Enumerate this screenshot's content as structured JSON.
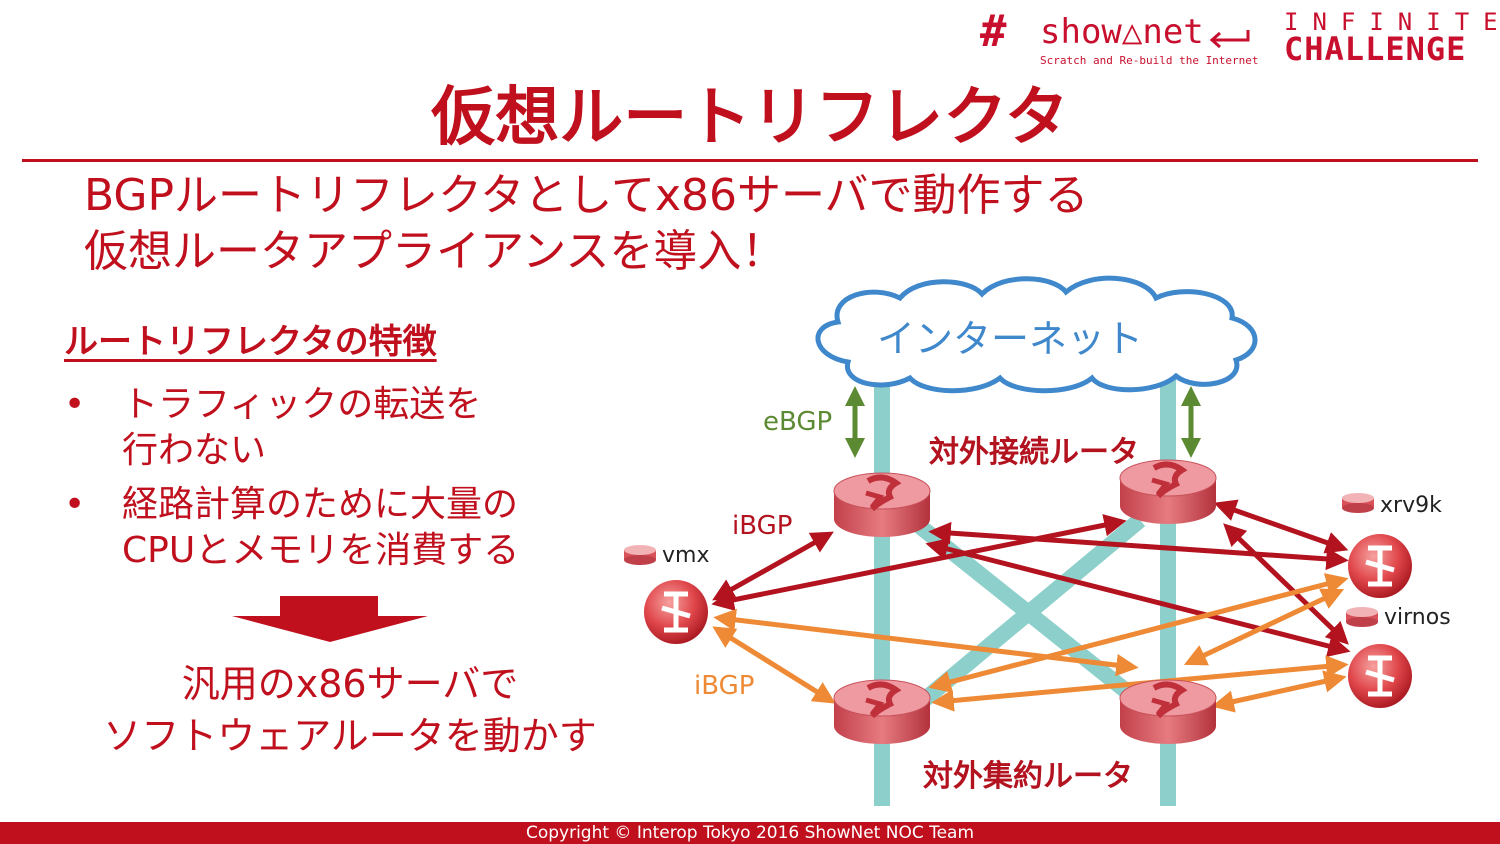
{
  "header": {
    "logo_symbol": "#",
    "logo_name": "show△net",
    "logo_return_icon": "return-arrow-icon",
    "logo_tagline": "Scratch and Re-build the Internet",
    "logo2_line1": "INFINITE",
    "logo2_line2": "CHALLENGE"
  },
  "slide": {
    "title": "仮想ルートリフレクタ",
    "lead_line1": "BGPルートリフレクタとしてx86サーバで動作する",
    "lead_line2": "仮想ルータアプライアンスを導入！",
    "features_heading": "ルートリフレクタの特徴",
    "bullets": [
      {
        "marker": "•",
        "text": "トラフィックの転送を\n行わない"
      },
      {
        "marker": "•",
        "text": "経路計算のために大量の\nCPUとメモリを消費する"
      }
    ],
    "conclusion_line1": "汎用のx86サーバで",
    "conclusion_line2": "ソフトウェアルータを動かす"
  },
  "diagram": {
    "internet_label": "インターネット",
    "ebgp_label": "eBGP",
    "ibgp_label_red": "iBGP",
    "ibgp_label_orange": "iBGP",
    "upper_routers_label": "対外接続ルータ",
    "lower_routers_label": "対外集約ルータ",
    "rr_vmx_label": "vmx",
    "rr_xrv9k_label": "xrv9k",
    "rr_virnos_label": "virnos",
    "colors": {
      "red_session": "#b3121f",
      "orange_session": "#ee8a35",
      "green_ebgp": "#5c8a32",
      "link": "#8ccfcb",
      "cloud": "#3f88cc"
    }
  },
  "footer": {
    "copyright": "Copyright © Interop Tokyo 2016 ShowNet NOC Team"
  }
}
